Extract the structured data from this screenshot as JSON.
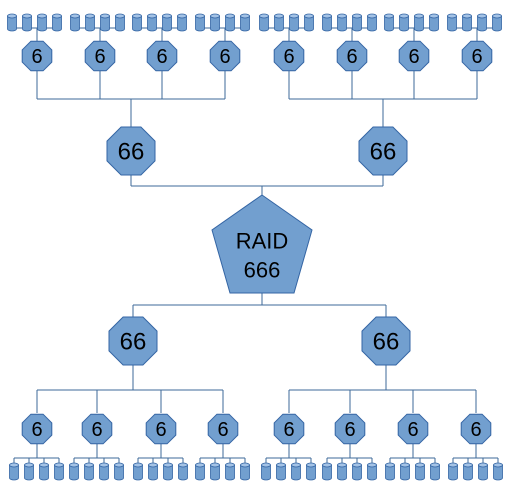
{
  "root": {
    "label_line1": "RAID",
    "label_line2": "666"
  },
  "mid_label": "66",
  "leaf_label": "6",
  "disks_per_leaf": 4,
  "colors": {
    "fill": "#729fcf",
    "stroke": "#3465a4",
    "line": "#3d6a9a"
  }
}
